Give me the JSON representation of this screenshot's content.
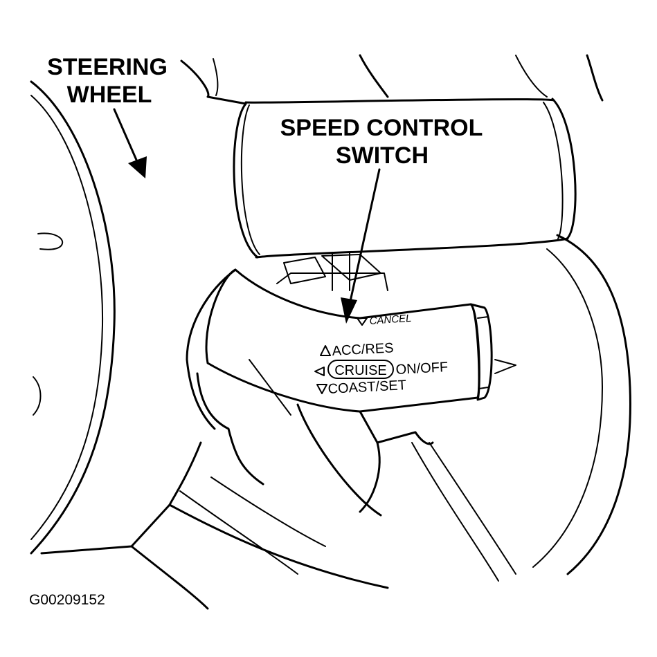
{
  "callouts": {
    "steering_wheel": [
      "STEERING",
      "WHEEL"
    ],
    "speed_control_switch": [
      "SPEED CONTROL",
      "SWITCH"
    ]
  },
  "switch_labels": {
    "cancel": "CANCEL",
    "acc_res": "ACC/RES",
    "cruise": "CRUISE",
    "on_off": "ON/OFF",
    "coast_set": "COAST/SET"
  },
  "figure_code": "G00209152"
}
